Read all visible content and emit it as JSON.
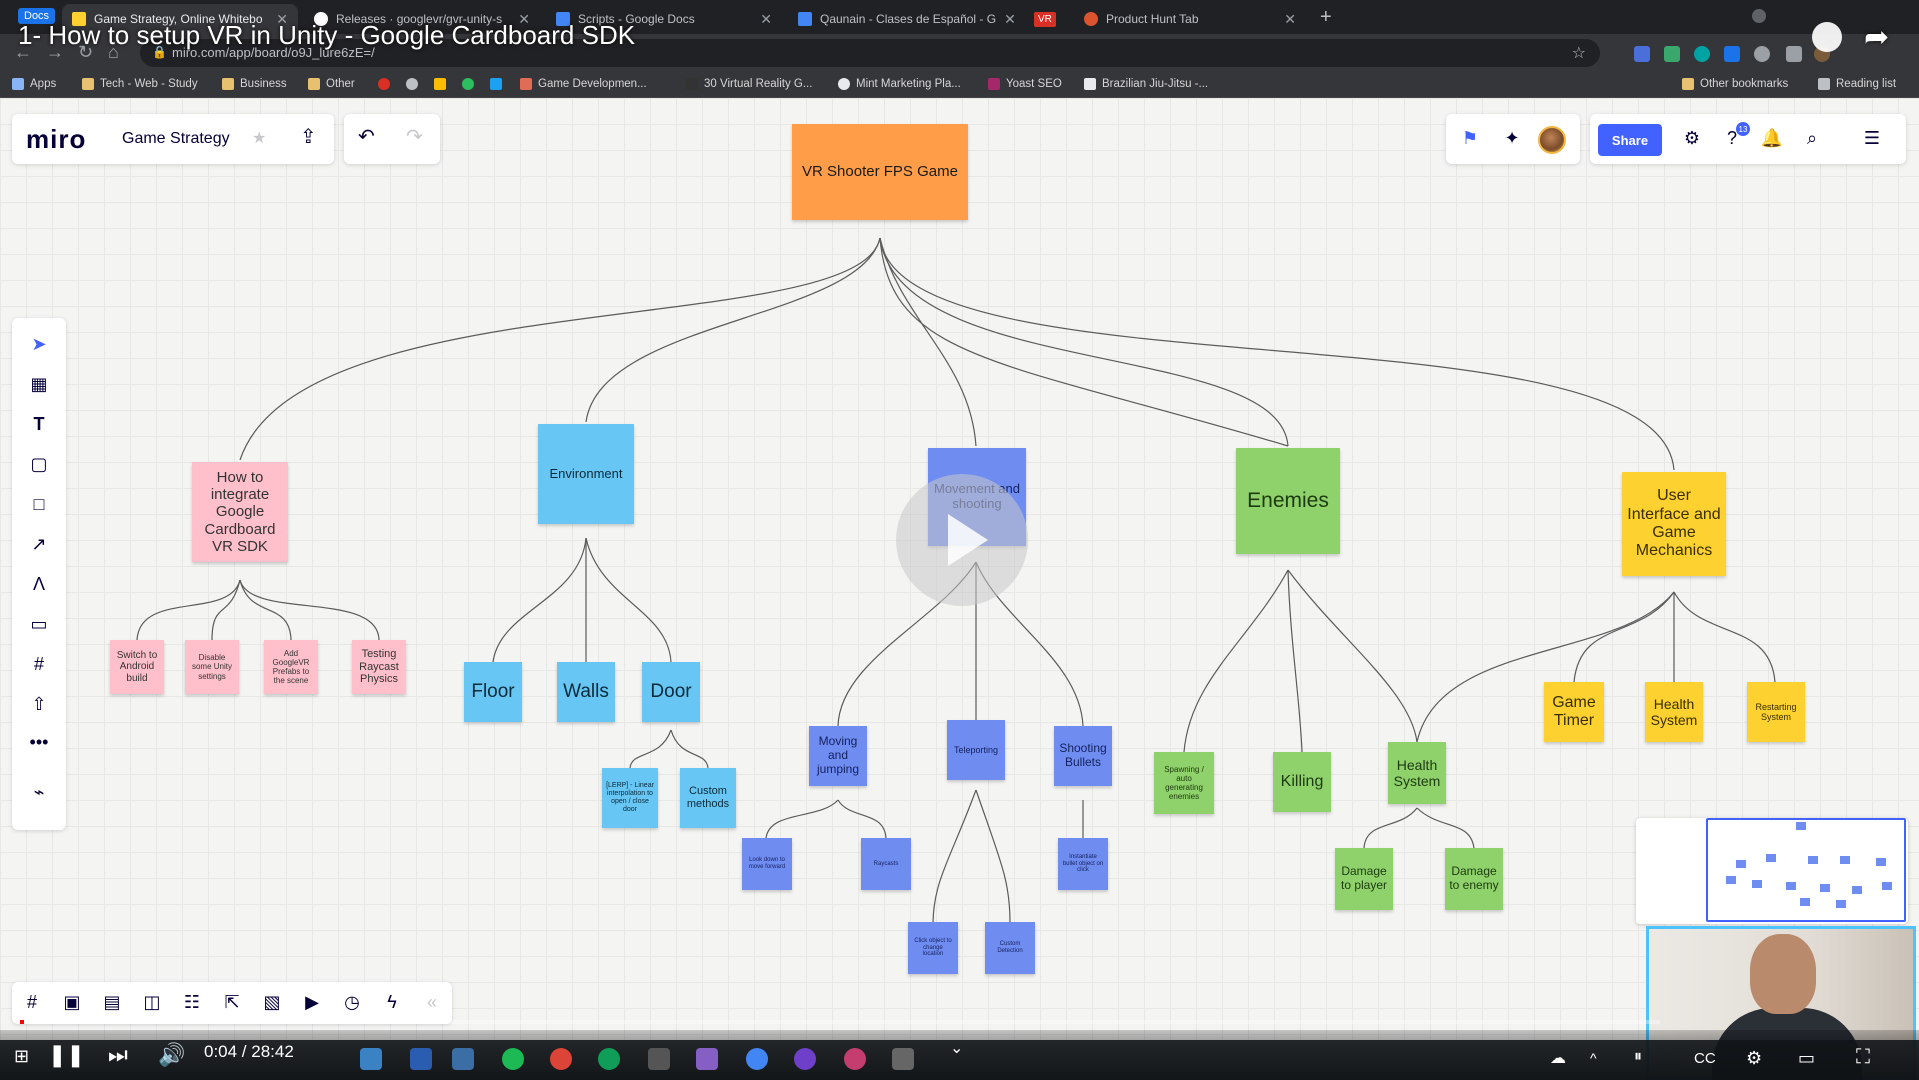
{
  "browser": {
    "tabs": [
      {
        "label": "Game Strategy, Online Whitebo",
        "color": "#ffd02f"
      },
      {
        "label": "Releases · googlevr/gvr-unity-s",
        "color": "#ffffff"
      },
      {
        "label": "Scripts - Google Docs",
        "color": "#4285f4"
      },
      {
        "label": "Qaunain - Clases de Español - G",
        "color": "#4285f4"
      },
      {
        "label": "VR",
        "color": "#d93025"
      },
      {
        "label": "Product Hunt Tab",
        "color": "#da552f"
      }
    ],
    "docs_label": "Docs",
    "url": "miro.com/app/board/o9J_lure6zE=/",
    "bookmarks": [
      "Apps",
      "Tech - Web - Study",
      "Business",
      "Other",
      "Game Developmen...",
      "30 Virtual Reality G...",
      "Mint Marketing Pla...",
      "Yoast SEO",
      "Brazilian Jiu-Jitsu -...",
      "Other bookmarks",
      "Reading list"
    ]
  },
  "video": {
    "title": "1- How to setup VR in Unity - Google Cardboard SDK",
    "time": "0:04 / 28:42",
    "progress": 0.0023
  },
  "miro": {
    "logo": "miro",
    "board_title": "Game Strategy",
    "share_label": "Share",
    "help_badge": "13"
  },
  "stickies": {
    "root": "VR Shooter FPS Game",
    "cardboard": "How to integrate Google Cardboard VR SDK",
    "environment": "Environment",
    "movement": "Movement and shooting",
    "enemies": "Enemies",
    "ui": "User Interface and Game Mechanics",
    "c1": "Switch to Android build",
    "c2": "Disable some Unity settings",
    "c3": "Add GoogleVR Prefabs to the scene",
    "c4": "Testing Raycast Physics",
    "floor": "Floor",
    "walls": "Walls",
    "door": "Door",
    "lerp": "[LERP] - Linear interpolation to open / close door",
    "custom": "Custom methods",
    "moving": "Moving and jumping",
    "teleporting": "Teleporting",
    "shooting": "Shooting Bullets",
    "look_down": "Look down to move forward",
    "raycasts": "Raycasts",
    "instantiate": "Instantiate bullet object on click",
    "click_object": "Click object to change location",
    "custom_detection": "Custom Detection",
    "spawning": "Spawning / auto generating enemies",
    "killing": "Killing",
    "enemy_health": "Health System",
    "dmg_player": "Damage to player",
    "dmg_enemy": "Damage to enemy",
    "timer": "Game Timer",
    "ui_health": "Health System",
    "restarting": "Restarting System"
  }
}
